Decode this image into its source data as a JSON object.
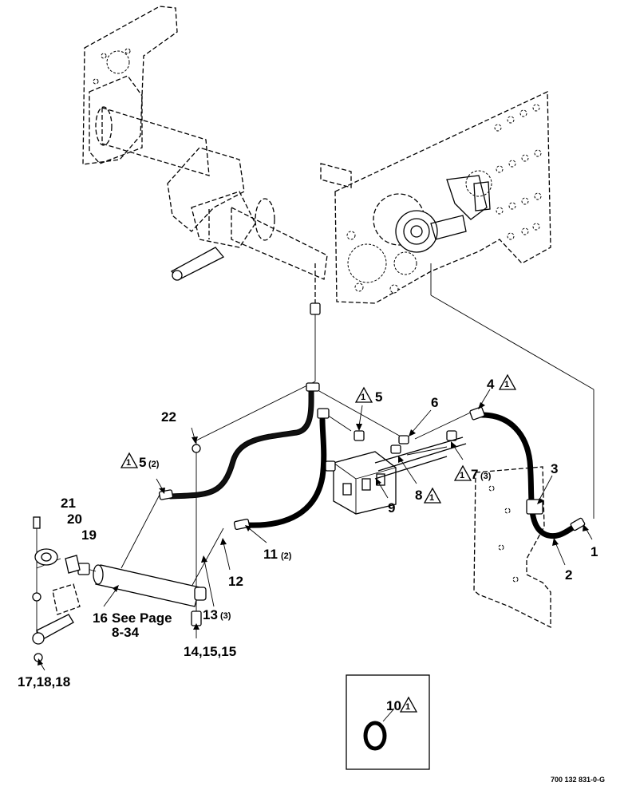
{
  "callouts": {
    "c1": "1",
    "c2": "2",
    "c3": "3",
    "c4": "4",
    "c5a": "5",
    "c5b": "5",
    "c5b_qty": "(2)",
    "c6": "6",
    "c7": "7",
    "c7_qty": "(3)",
    "c8": "8",
    "c9": "9",
    "c10": "10",
    "c11": "11",
    "c11_qty": "(2)",
    "c12": "12",
    "c13": "13",
    "c13_qty": "(3)",
    "c14": "14,15,15",
    "c16": "16",
    "c16_note1": "See Page",
    "c16_note2": "8-34",
    "c17": "17,18,18",
    "c19": "19",
    "c20": "20",
    "c21": "21",
    "c22": "22"
  },
  "revision_symbol": "1",
  "drawing_id": "700 132 831-0-G"
}
